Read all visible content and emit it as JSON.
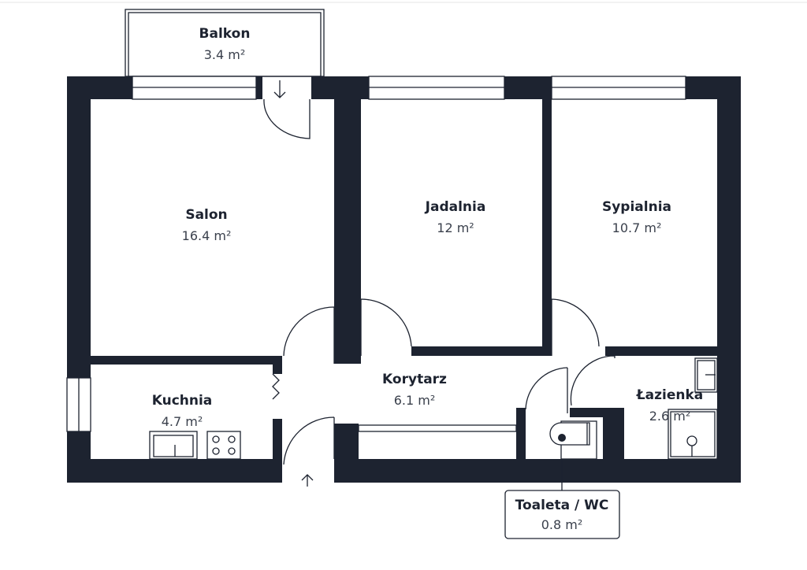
{
  "rooms": {
    "balkon": {
      "name": "Balkon",
      "area": "3.4 m²"
    },
    "salon": {
      "name": "Salon",
      "area": "16.4 m²"
    },
    "jadalnia": {
      "name": "Jadalnia",
      "area": "12 m²"
    },
    "sypialnia": {
      "name": "Sypialnia",
      "area": "10.7 m²"
    },
    "kuchnia": {
      "name": "Kuchnia",
      "area": "4.7 m²"
    },
    "korytarz": {
      "name": "Korytarz",
      "area": "6.1 m²"
    },
    "lazienka": {
      "name": "Łazienka",
      "area": "2.6 m²"
    },
    "toaleta": {
      "name": "Toaleta / WC",
      "area": "0.8 m²"
    }
  },
  "colors": {
    "wall": "#1d2330",
    "background": "#ffffff"
  }
}
